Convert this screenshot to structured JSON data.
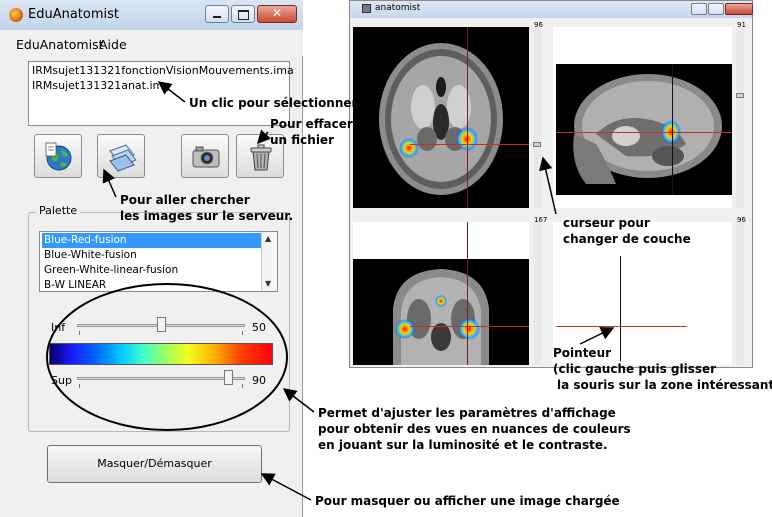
{
  "left_window": {
    "title": "EduAnatomist",
    "menu": [
      "EduAnatomist",
      "Aide"
    ],
    "files": [
      "IRMsujet131321fonctionVisionMouvements.ima",
      "IRMsujet131321anat.img"
    ],
    "palette_group_label": "Palette",
    "palettes": [
      "Blue-Red-fusion",
      "Blue-White-fusion",
      "Green-White-linear-fusion",
      "B-W LINEAR"
    ],
    "selected_palette": "Blue-Red-fusion",
    "inf_label": "Inf",
    "inf_value": "50",
    "inf_position": 0.5,
    "sup_label": "Sup",
    "sup_value": "90",
    "sup_position": 0.9,
    "mask_button": "Masquer/Démasquer"
  },
  "right_window": {
    "title": "anatomist",
    "scale_values": [
      "96",
      "91",
      "167",
      "96"
    ]
  },
  "annotations": {
    "select": "Un clic pour sélectionner",
    "delete_line1": "Pour effacer",
    "delete_line2": "un fichier",
    "fetch_line1": "Pour aller chercher",
    "fetch_line2": "les images sur le serveur.",
    "cursor_line1": "curseur pour",
    "cursor_line2": "changer de couche",
    "pointer_line1": "Pointeur",
    "pointer_line2": "(clic gauche puis glisser",
    "pointer_line3": "la souris sur la zone intéressante)",
    "adjust_line1": "Permet d'ajuster les paramètres d'affichage",
    "adjust_line2": "pour obtenir des vues en nuances de couleurs",
    "adjust_line3": "en jouant sur la luminosité et le contraste.",
    "mask_note": "Pour masquer ou afficher une image chargée"
  },
  "colors": {
    "selection": "#3399ff",
    "cursor_red": "#c03030",
    "activation_hot": "#ff2000",
    "activation_cold": "#0050ff"
  }
}
